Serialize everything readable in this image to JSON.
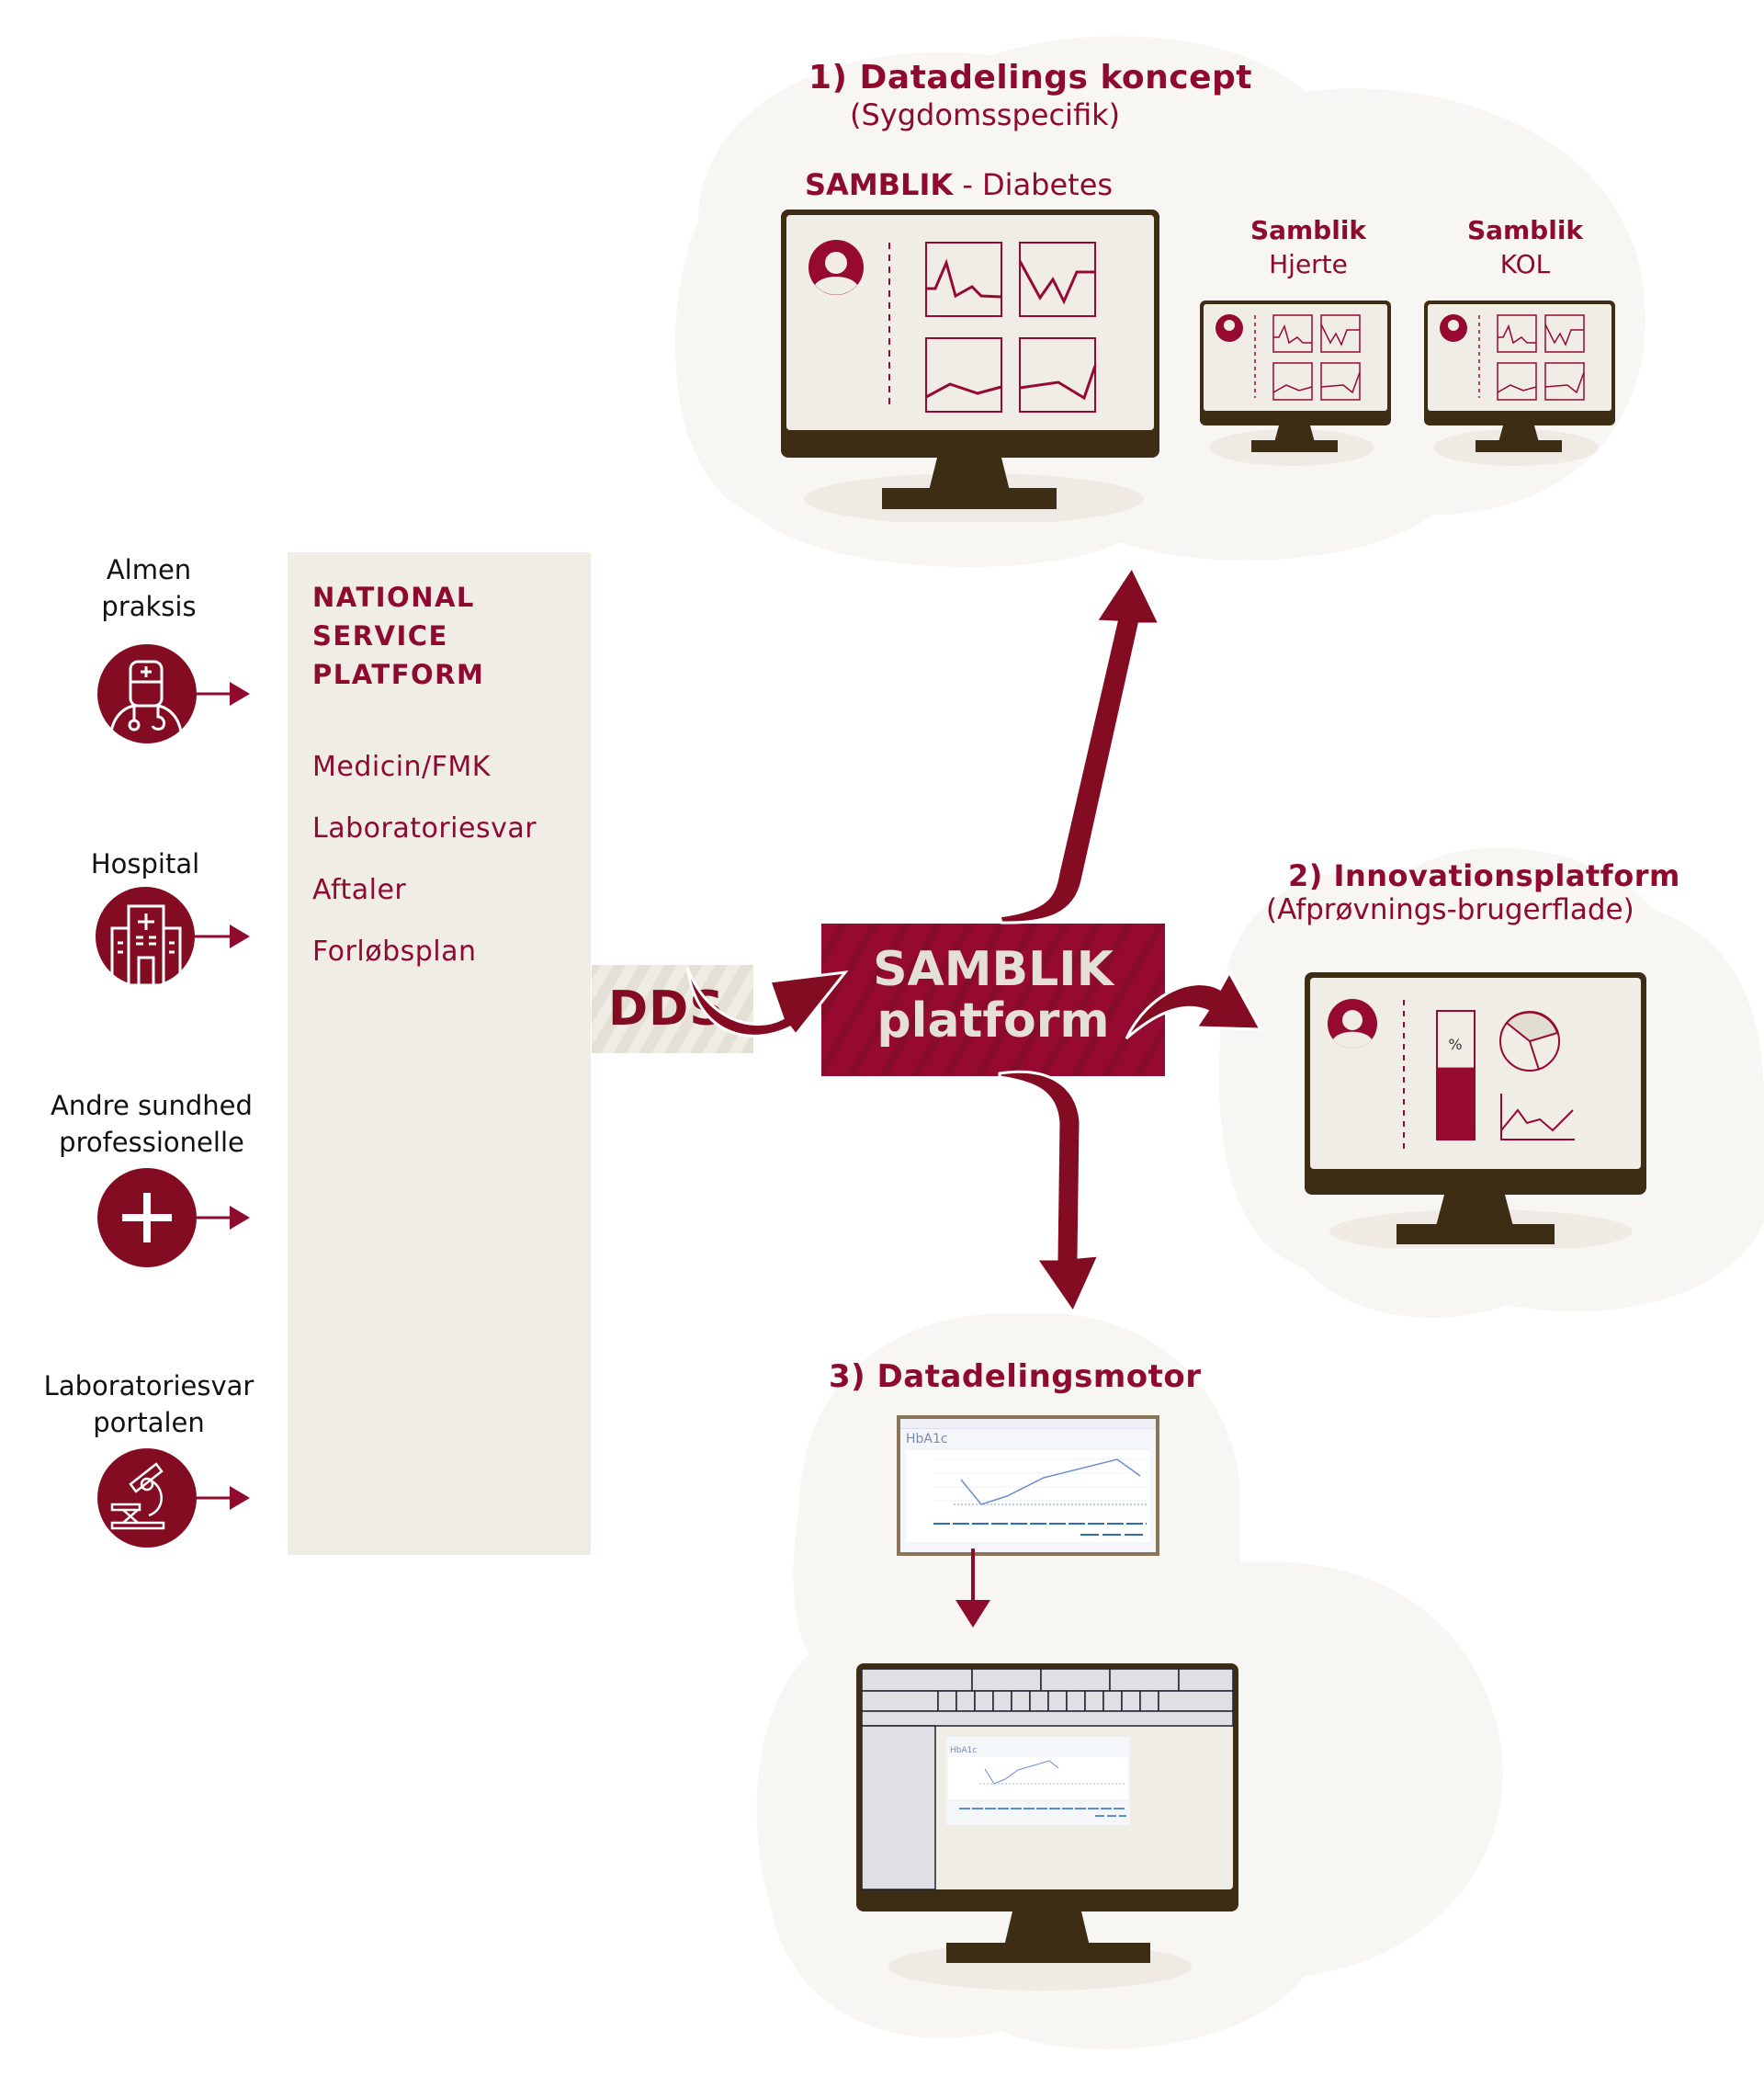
{
  "colors": {
    "maroon": "#8e0b2e",
    "maroon_dark": "#840c22",
    "cloud": "#f7f6f3",
    "panel": "#f0ece6",
    "monitor_frame": "#3e2d15",
    "screen": "#f0ede7",
    "dds_bg": "#e4e0d5"
  },
  "sources": [
    {
      "label": "Almen\npraksis",
      "line1": "Almen",
      "line2": "praksis",
      "icon": "doctor-icon"
    },
    {
      "label": "Hospital",
      "line1": "Hospital",
      "line2": "",
      "icon": "hospital-icon"
    },
    {
      "label": "Andre sundhed professionelle",
      "line1": "Andre sundhed",
      "line2": "professionelle",
      "icon": "plus-icon"
    },
    {
      "label": "Laboratoriesvar portalen",
      "line1": "Laboratoriesvar",
      "line2": "portalen",
      "icon": "microscope-icon"
    }
  ],
  "nsp": {
    "title_lines": [
      "NATIONAL",
      "SERVICE",
      "PLATFORM"
    ],
    "items": [
      "Medicin/FMK",
      "Laboratoriesvar",
      "Aftaler",
      "Forløbsplan"
    ]
  },
  "dds": {
    "label": "DDS"
  },
  "platform": {
    "line1": "SAMBLIK",
    "line2": "platform"
  },
  "concept": {
    "title": "1) Datadelings koncept",
    "subtitle": "(Sygdomsspecifik)",
    "main_brand": "SAMBLIK",
    "main_suffix": " - Diabetes",
    "small_monitors": [
      {
        "brand": "Samblik",
        "name": "Hjerte"
      },
      {
        "brand": "Samblik",
        "name": "KOL"
      }
    ]
  },
  "innovation": {
    "title": "2) Innovationsplatform",
    "subtitle": "(Afprøvnings-brugerflade)",
    "percent_label": "%",
    "bar_fill_fraction": 0.56
  },
  "engine": {
    "title": "3) Datadelingsmotor",
    "screenshot_title": "HbA1c"
  }
}
